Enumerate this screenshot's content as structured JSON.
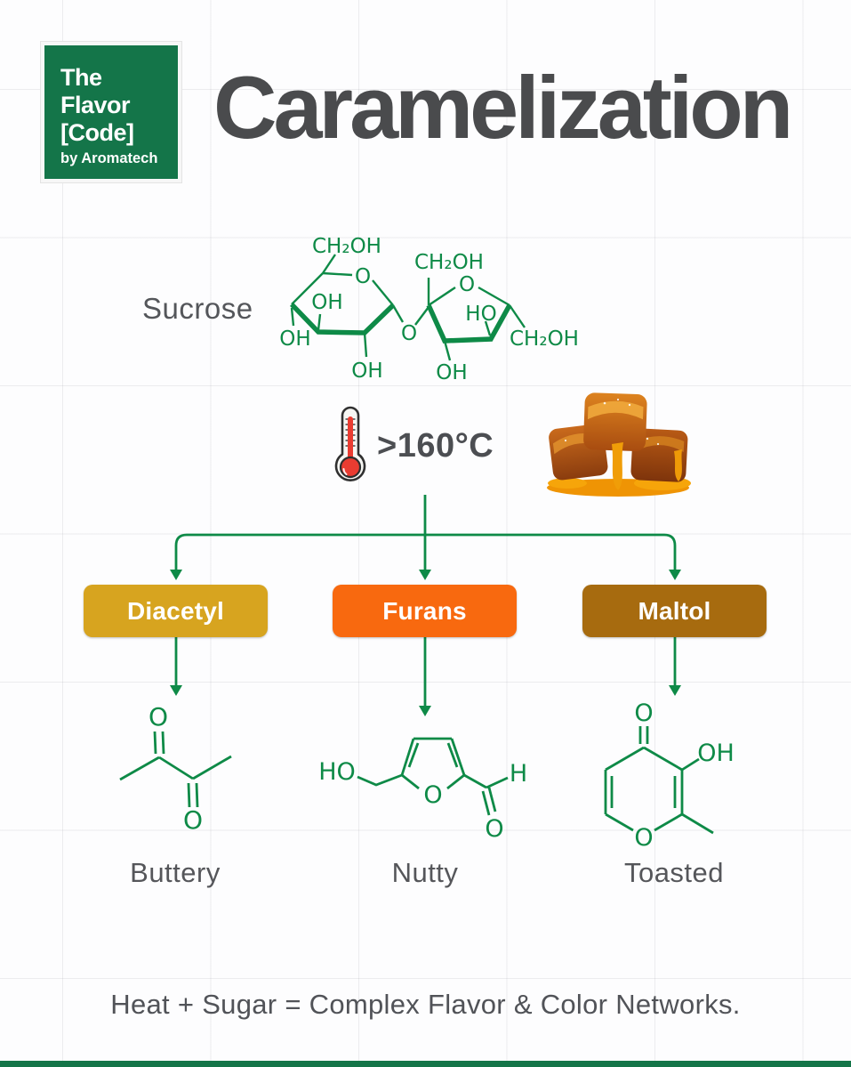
{
  "brand": {
    "name_lines": [
      "The",
      "Flavor",
      "[Code]"
    ],
    "byline": "by Aromatech",
    "green": "#147549"
  },
  "title": "Caramelization",
  "reactant": {
    "label": "Sucrose"
  },
  "condition": {
    "temperature": ">160°C"
  },
  "chem": {
    "o": "O",
    "oh": "OH",
    "ho": "HO",
    "h": "H",
    "ch2oh": "CH₂OH"
  },
  "products": [
    {
      "name": "Diacetyl",
      "flavor": "Buttery",
      "box_color": "#d7a41f"
    },
    {
      "name": "Furans",
      "flavor": "Nutty",
      "box_color": "#f8690f"
    },
    {
      "name": "Maltol",
      "flavor": "Toasted",
      "box_color": "#a76b0f"
    }
  ],
  "footer": {
    "text": "Heat + Sugar = Complex Flavor & Color Networks."
  },
  "colors": {
    "structure_green": "#0e8a47",
    "arrow_green": "#0e8a47",
    "title_gray": "#4a4b4d",
    "text_gray": "#545659",
    "thermo_red": "#ea3c31",
    "diacetyl_box": "#d7a41f",
    "furans_box": "#f8690f",
    "maltol_box": "#a76b0f"
  }
}
